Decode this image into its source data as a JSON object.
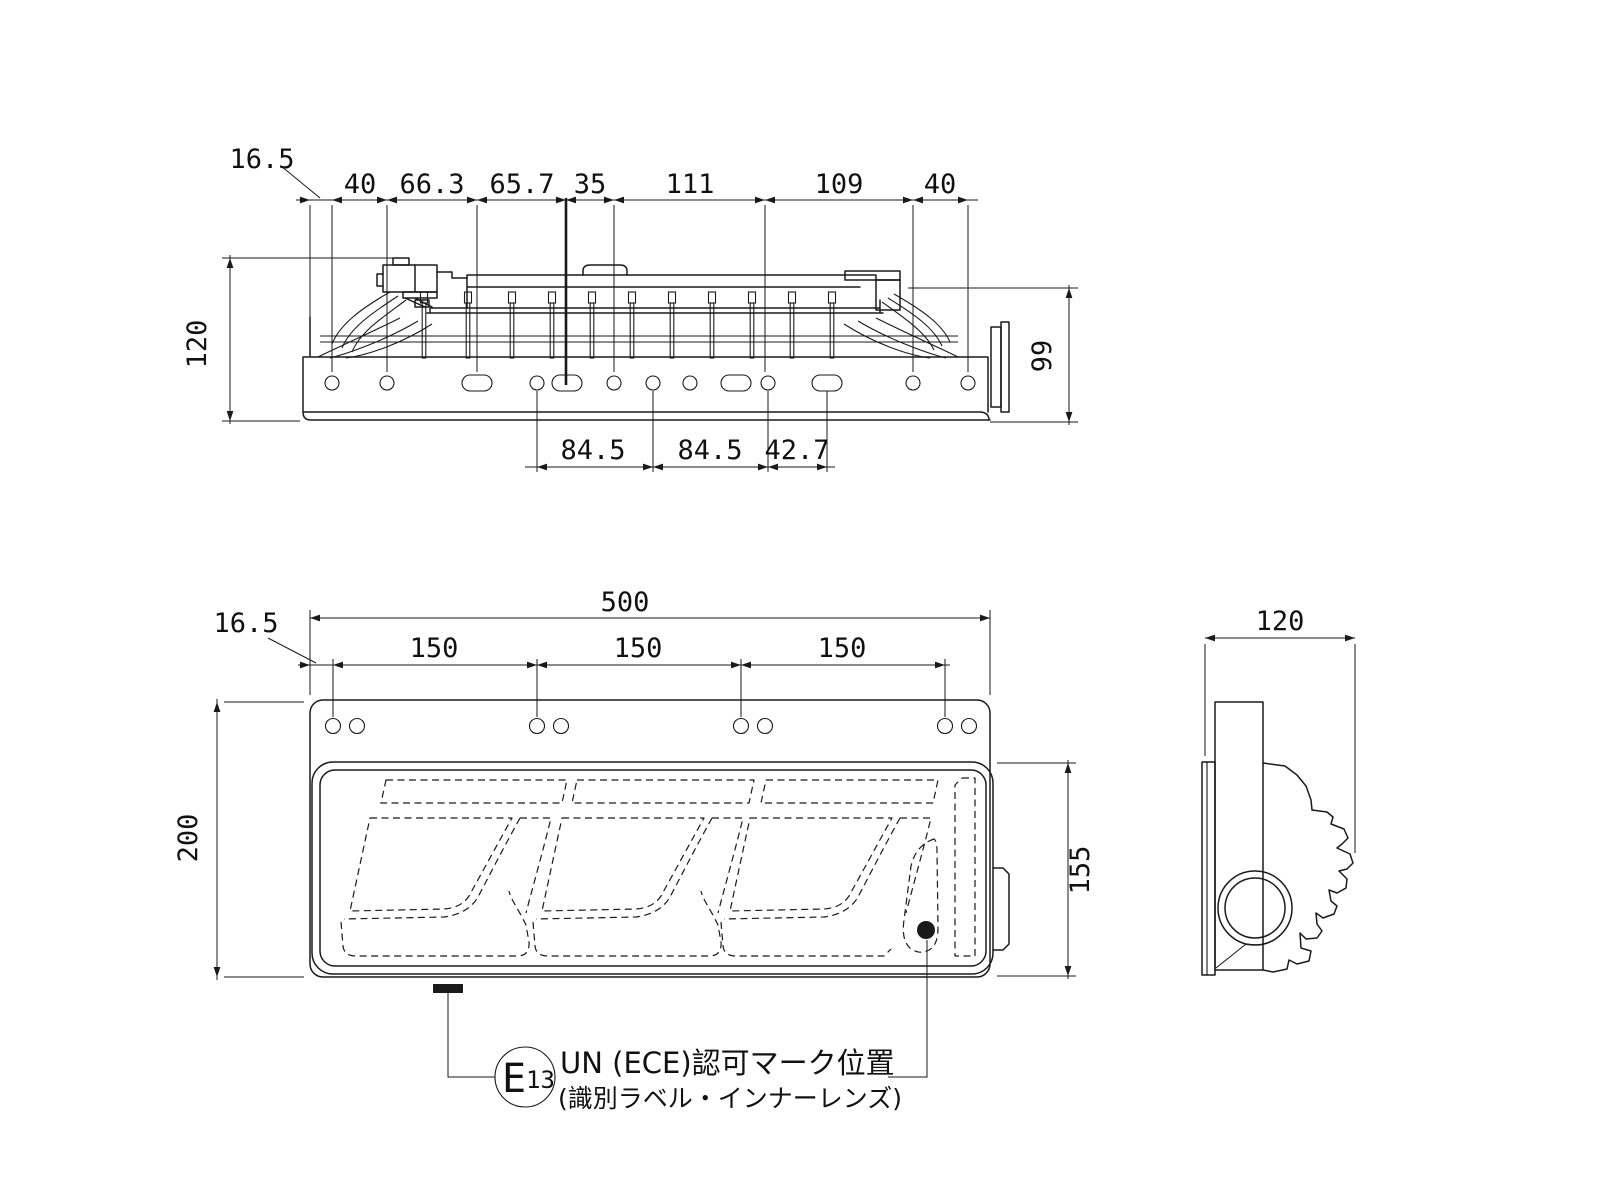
{
  "drawing": {
    "colors": {
      "line": "#1a1a1a",
      "background": "#ffffff"
    },
    "top_view": {
      "chain": [
        "16.5",
        "40",
        "66.3",
        "65.7",
        "35",
        "111",
        "109",
        "40"
      ],
      "height_left": "120",
      "height_right": "99",
      "bottom_chain": [
        "84.5",
        "84.5",
        "42.7"
      ]
    },
    "front_view": {
      "overall_width": "500",
      "edge_offset": "16.5",
      "hole_pitch": [
        "150",
        "150",
        "150"
      ],
      "overall_height": "200",
      "lens_height": "155"
    },
    "side_view": {
      "depth": "120"
    },
    "callout": {
      "e_letter": "E",
      "e_number": "13",
      "line1": "UN (ECE)認可マーク位置",
      "line2": "(識別ラベル・インナーレンズ)"
    }
  }
}
